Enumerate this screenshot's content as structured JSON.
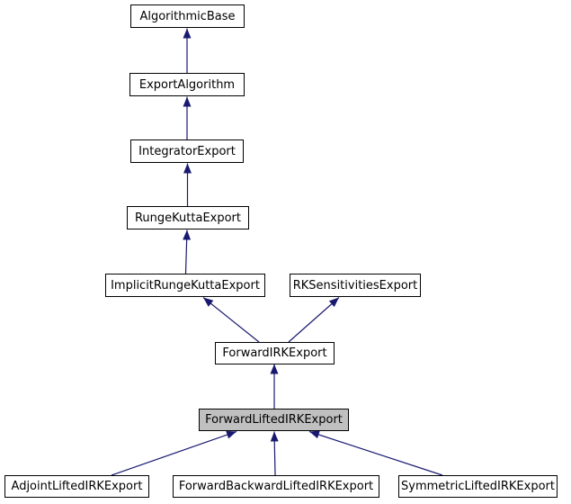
{
  "diagram": {
    "type": "class-inheritance-graph",
    "highlighted_node": "ForwardLiftedIRKExport",
    "colors": {
      "arrow": "#191970",
      "node_border": "#000000",
      "node_fill": "#ffffff",
      "highlight_fill": "#c0c0c0",
      "text": "#000000",
      "background": "#ffffff"
    },
    "nodes": [
      {
        "id": "AlgorithmicBase",
        "label": "AlgorithmicBase",
        "highlighted": false
      },
      {
        "id": "ExportAlgorithm",
        "label": "ExportAlgorithm",
        "highlighted": false
      },
      {
        "id": "IntegratorExport",
        "label": "IntegratorExport",
        "highlighted": false
      },
      {
        "id": "RungeKuttaExport",
        "label": "RungeKuttaExport",
        "highlighted": false
      },
      {
        "id": "ImplicitRungeKuttaExport",
        "label": "ImplicitRungeKuttaExport",
        "highlighted": false
      },
      {
        "id": "RKSensitivitiesExport",
        "label": "RKSensitivitiesExport",
        "highlighted": false
      },
      {
        "id": "ForwardIRKExport",
        "label": "ForwardIRKExport",
        "highlighted": false
      },
      {
        "id": "ForwardLiftedIRKExport",
        "label": "ForwardLiftedIRKExport",
        "highlighted": true
      },
      {
        "id": "AdjointLiftedIRKExport",
        "label": "AdjointLiftedIRKExport",
        "highlighted": false
      },
      {
        "id": "ForwardBackwardLiftedIRKExport",
        "label": "ForwardBackwardLiftedIRKExport",
        "highlighted": false
      },
      {
        "id": "SymmetricLiftedIRKExport",
        "label": "SymmetricLiftedIRKExport",
        "highlighted": false
      }
    ],
    "edges": [
      {
        "from": "ExportAlgorithm",
        "to": "AlgorithmicBase"
      },
      {
        "from": "IntegratorExport",
        "to": "ExportAlgorithm"
      },
      {
        "from": "RungeKuttaExport",
        "to": "IntegratorExport"
      },
      {
        "from": "ImplicitRungeKuttaExport",
        "to": "RungeKuttaExport"
      },
      {
        "from": "ForwardIRKExport",
        "to": "ImplicitRungeKuttaExport"
      },
      {
        "from": "ForwardIRKExport",
        "to": "RKSensitivitiesExport"
      },
      {
        "from": "ForwardLiftedIRKExport",
        "to": "ForwardIRKExport"
      },
      {
        "from": "AdjointLiftedIRKExport",
        "to": "ForwardLiftedIRKExport"
      },
      {
        "from": "ForwardBackwardLiftedIRKExport",
        "to": "ForwardLiftedIRKExport"
      },
      {
        "from": "SymmetricLiftedIRKExport",
        "to": "ForwardLiftedIRKExport"
      }
    ]
  }
}
